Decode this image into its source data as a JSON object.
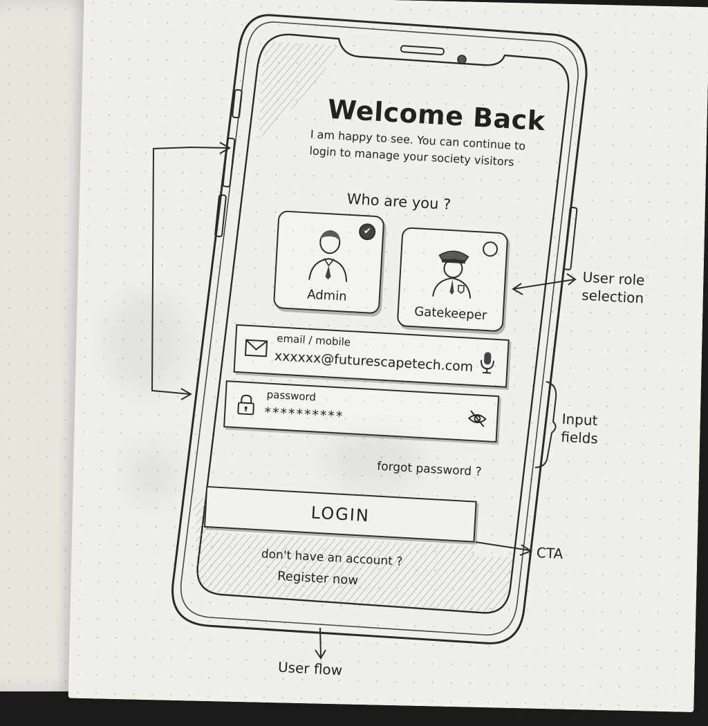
{
  "screen": {
    "title": "Welcome Back",
    "subtitle": "I am happy to see. You can continue to login to manage your society visitors",
    "role_prompt": "Who are you ?",
    "roles": [
      {
        "label": "Admin",
        "selected": true,
        "icon": "admin-person-icon"
      },
      {
        "label": "Gatekeeper",
        "selected": false,
        "icon": "security-guard-icon"
      }
    ],
    "email_field": {
      "label": "email / mobile",
      "value": "xxxxxx@futurescapetech.com",
      "icon": "envelope-icon",
      "trailing_icon": "microphone-icon"
    },
    "password_field": {
      "label": "password",
      "value": "**********",
      "icon": "lock-icon",
      "trailing_icon": "eye-off-icon"
    },
    "forgot_password": "forgot password ?",
    "login_button": "LOGIN",
    "no_account_text": "don't have an account ?",
    "register_link": "Register now"
  },
  "annotations": {
    "role_selection": "User role\nselection",
    "input_fields": "Input\nfields",
    "cta": "CTA",
    "user_flow": "User flow"
  }
}
